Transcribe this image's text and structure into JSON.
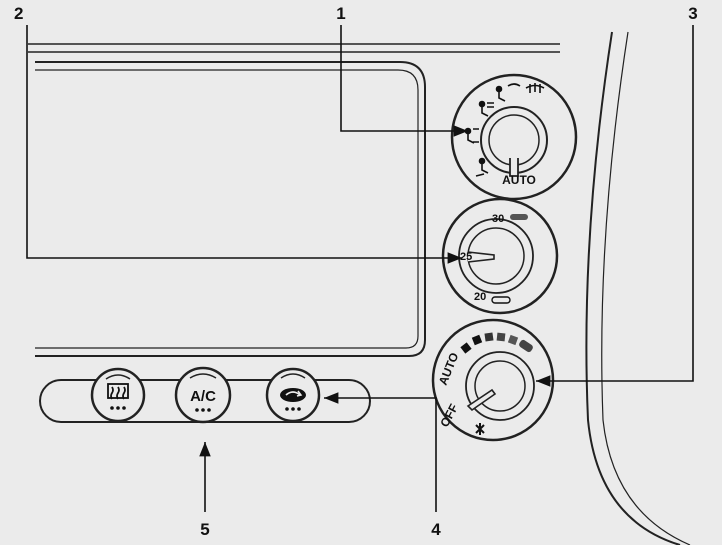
{
  "callouts": {
    "c1": "1",
    "c2": "2",
    "c3": "3",
    "c4": "4",
    "c5": "5"
  },
  "dials": {
    "mode": {
      "label": "AUTO"
    },
    "temperature": {
      "value_max": "30",
      "value_mid": "25",
      "value_min": "20"
    },
    "fan": {
      "off_label": "OFF",
      "auto_label": "AUTO"
    }
  },
  "buttons": {
    "ac": {
      "label": "A/C"
    }
  },
  "icons": {
    "rear_defrost": "rear-defrost-icon",
    "recirculation": "recirculation-icon",
    "windshield_defrost": "windshield-defrost-icon",
    "fan": "fan-icon"
  },
  "colors": {
    "ink": "#111111",
    "paper": "#ebebeb"
  }
}
